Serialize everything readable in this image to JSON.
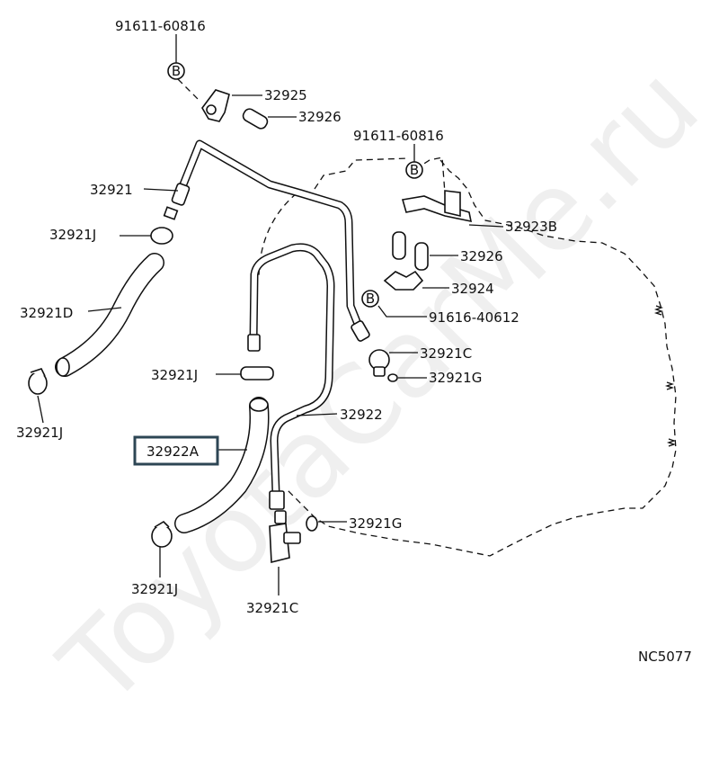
{
  "labels": {
    "bolt_top": "91611-60816",
    "bolt_mid": "91611-60816",
    "clamp_top": "32925",
    "sleeve_top": "32926",
    "sleeve_right": "32926",
    "pipe_tube": "32921",
    "clip_upper": "32921J",
    "hose_d": "32921D",
    "clip_left": "32921J",
    "clip_center": "32921J",
    "bracket": "32923B",
    "clamp_right": "32924",
    "bolt_right": "91616-40612",
    "union_upper": "32921C",
    "gasket_upper": "32921G",
    "pipe_main": "32922",
    "hose_a": "32922A",
    "gasket_lower": "32921G",
    "clip_lower": "32921J",
    "union_lower": "32921C",
    "diagram_code": "NC5077",
    "bolt_marker": "B",
    "watermark": "ToyotaCarMe.ru"
  }
}
